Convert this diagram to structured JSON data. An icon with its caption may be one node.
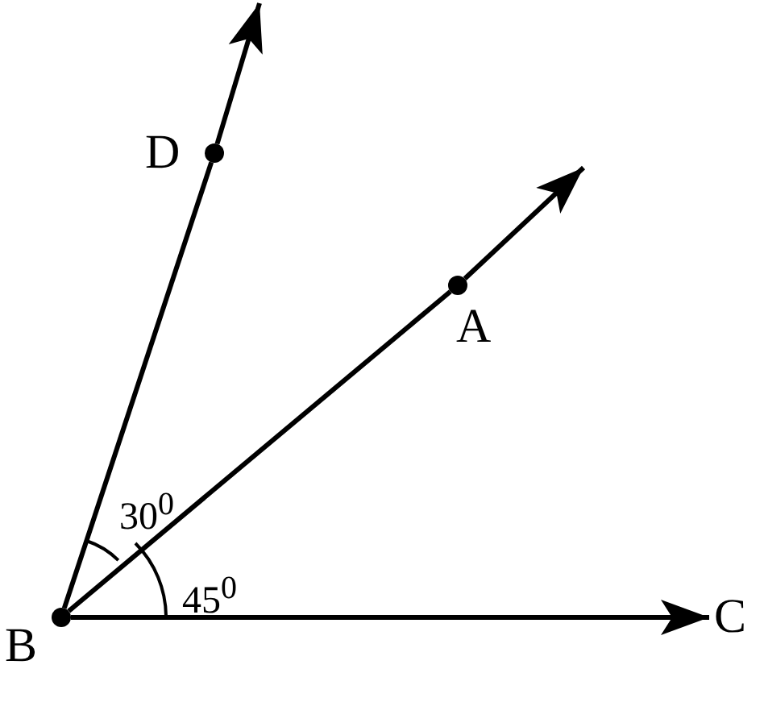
{
  "diagram": {
    "nodes": [
      {
        "text": [],
        "shape": "circle",
        "beside": [
          "B"
        ]
      },
      {
        "text": [],
        "shape": "circle",
        "beside": [
          "D"
        ]
      },
      {
        "text": [],
        "shape": "circle",
        "beside": [
          "A"
        ]
      },
      {
        "text": [
          "C"
        ]
      }
    ],
    "edges": [
      {
        "from": 0,
        "to": 1,
        "arrow": "none"
      },
      {
        "from": 1,
        "to": null,
        "arrow": "to"
      },
      {
        "from": 0,
        "to": 2,
        "arrow": "none"
      },
      {
        "from": 2,
        "to": null,
        "arrow": "to"
      },
      {
        "from": 0,
        "to": 3,
        "arrow": "to"
      }
    ],
    "labels": [
      "30$^{0}$",
      "45$^{0}$"
    ]
  }
}
